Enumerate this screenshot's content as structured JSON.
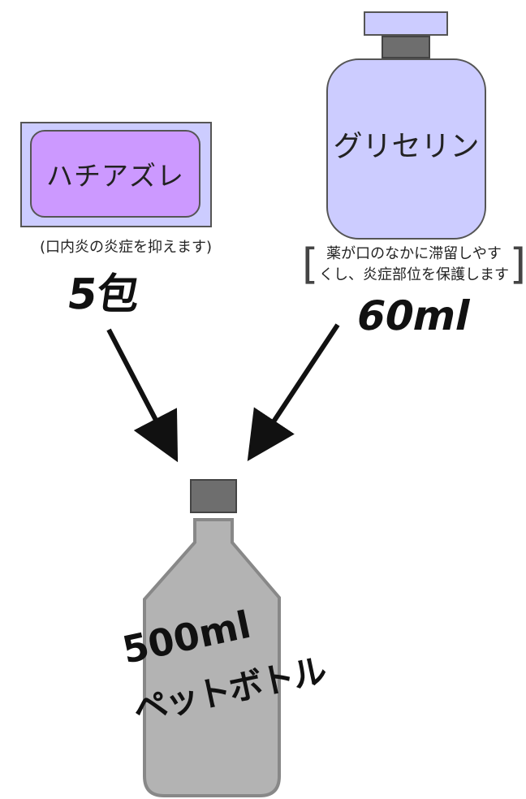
{
  "packet": {
    "label": "ハチアズレ",
    "note": "(口内炎の炎症を抑えます)",
    "quantity": "5包"
  },
  "glycerin": {
    "label": "グリセリン",
    "note_line1": "薬が口のなかに滞留しやす",
    "note_line2": "くし、炎症部位を保護します",
    "quantity": "60ml"
  },
  "bottle": {
    "volume": "500ml",
    "label": "ペットボトル"
  },
  "colors": {
    "lavender": "#ccccff",
    "violet": "#cc99ff",
    "bottle_gray": "#b3b3b3",
    "cap_gray": "#6e6e6e"
  }
}
